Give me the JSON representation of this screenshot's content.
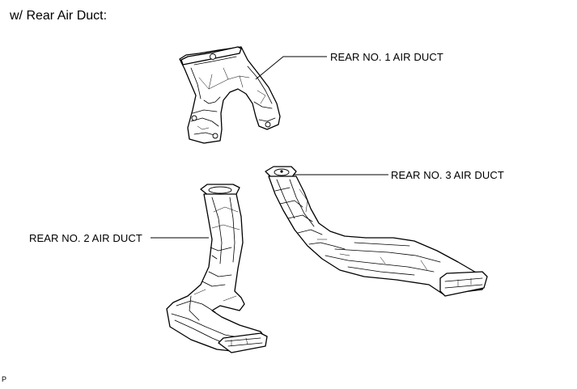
{
  "heading": "w/ Rear Air Duct:",
  "parts": [
    {
      "label": "REAR NO. 1 AIR DUCT",
      "icon": "rear-no-1-air-duct-illustration"
    },
    {
      "label": "REAR NO. 2 AIR DUCT",
      "icon": "rear-no-2-air-duct-illustration"
    },
    {
      "label": "REAR NO. 3 AIR DUCT",
      "icon": "rear-no-3-air-duct-illustration"
    }
  ],
  "page_code": "P",
  "colors": {
    "ink": "#000000",
    "background": "#ffffff"
  }
}
